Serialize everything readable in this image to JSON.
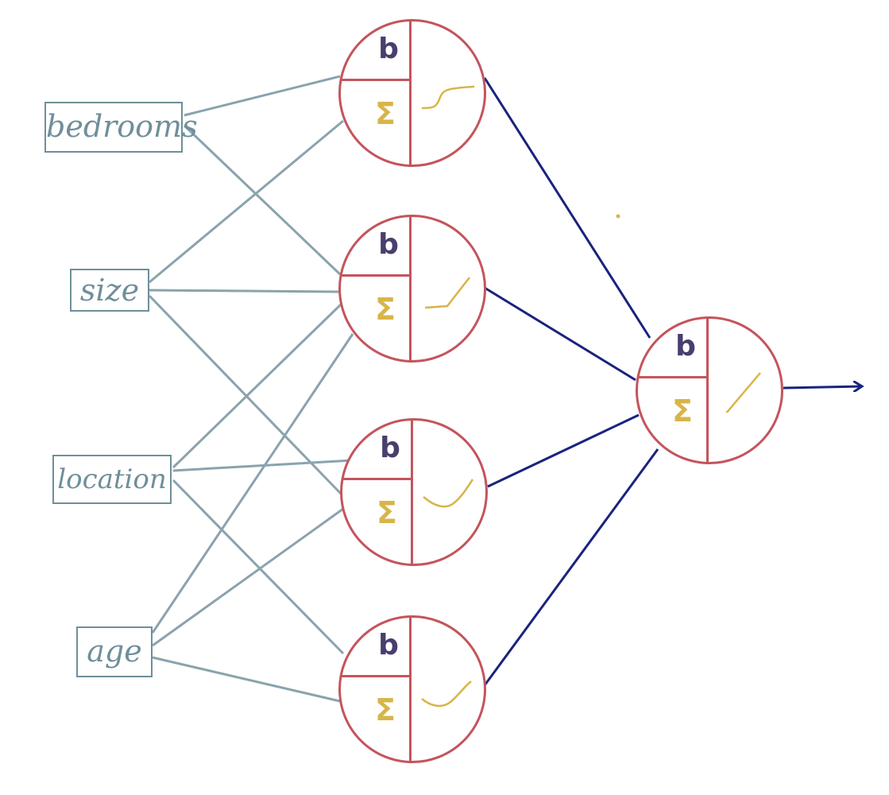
{
  "inputs": [
    {
      "label": "bedrooms"
    },
    {
      "label": "size"
    },
    {
      "label": "location"
    },
    {
      "label": "age"
    }
  ],
  "neuron": {
    "bias_symbol": "b",
    "sum_symbol": "Σ"
  },
  "hidden_neurons": [
    {
      "activation": "sigmoid-icon"
    },
    {
      "activation": "relu-icon"
    },
    {
      "activation": "curve-icon"
    },
    {
      "activation": "curve-icon"
    }
  ],
  "output_neuron": {
    "activation": "linear-icon"
  },
  "colors": {
    "input_edge": "#8aa3ad",
    "output_edge": "#1a237e",
    "neuron_border": "#c4545c",
    "bias_text": "#4a3e6e",
    "activation": "#d7b549",
    "input_text": "#6f8f9a"
  }
}
